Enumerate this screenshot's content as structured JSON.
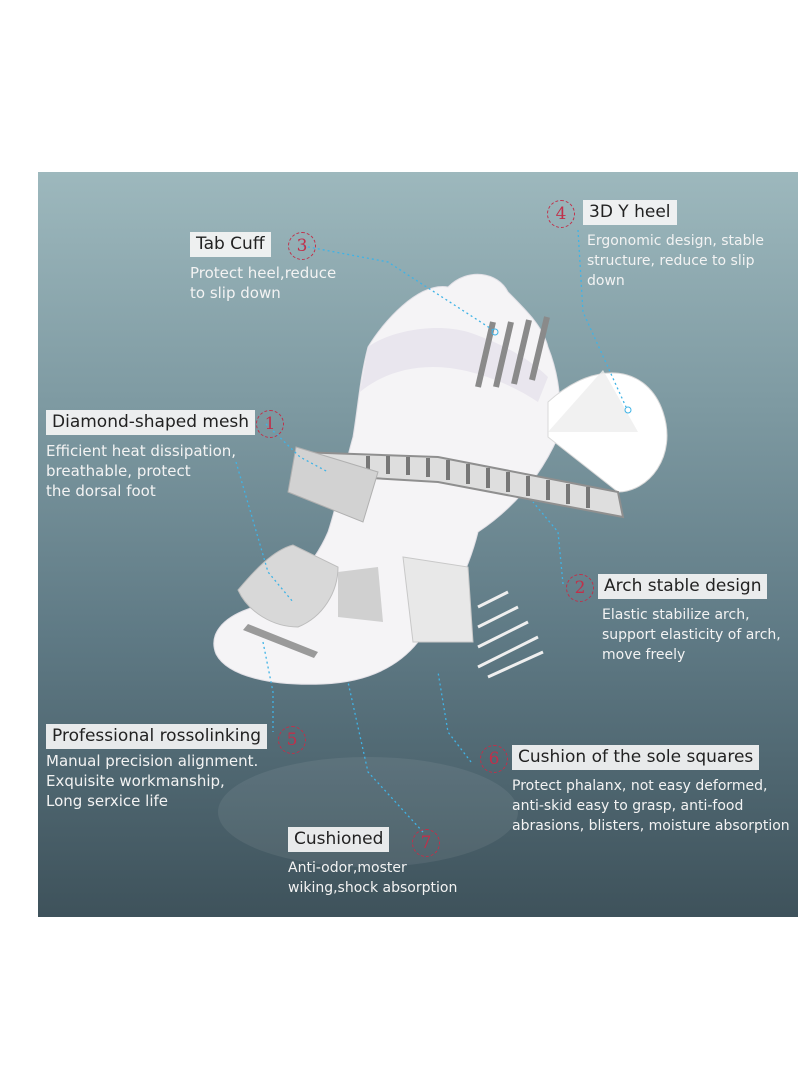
{
  "features": [
    {
      "id": "f1",
      "number": "1",
      "title": "Diamond-shaped mesh",
      "description": "Efficient heat dissipation,\nbreathable, protect\nthe dorsal foot"
    },
    {
      "id": "f2",
      "number": "2",
      "title": "Arch stable design",
      "description": "Elastic stabilize arch,\nsupport elasticity of arch,\nmove freely"
    },
    {
      "id": "f3",
      "number": "3",
      "title": "Tab Cuff",
      "description": "Protect heel,reduce\nto slip down"
    },
    {
      "id": "f4",
      "number": "4",
      "title": "3D Y heel",
      "description": "Ergonomic design, stable\nstructure, reduce to slip\ndown"
    },
    {
      "id": "f5",
      "number": "5",
      "title": "Professional rossolinking",
      "description": "Manual precision alignment.\nExquisite workmanship,\nLong serxice life"
    },
    {
      "id": "f6",
      "number": "6",
      "title": "Cushion of the sole squares",
      "description": "Protect phalanx, not easy deformed,\nanti-skid easy to grasp, anti-food\nabrasions, blisters, moisture absorption"
    },
    {
      "id": "f7",
      "number": "7",
      "title": "Cushioned",
      "description": "Anti-odor,moster\nwiking,shock absorption"
    }
  ],
  "colors": {
    "number_ring": "#c0304a",
    "leader_line": "#3fb3e6",
    "panel_top": "#9db8bd",
    "panel_bottom": "#3e525b"
  }
}
